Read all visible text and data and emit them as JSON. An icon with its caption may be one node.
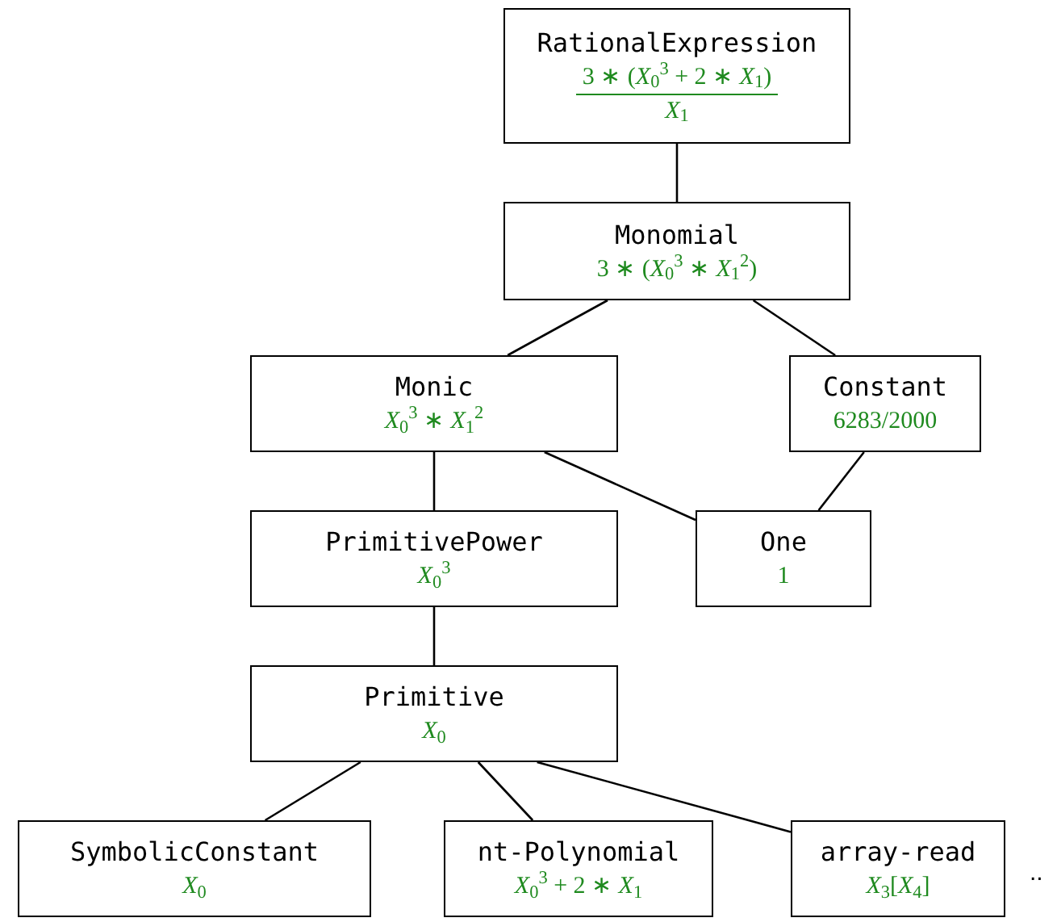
{
  "diagram": {
    "nodes": [
      {
        "text": [
          "RationalExpression",
          "3 ∗ (*X*$_{0}$$^{3}$ + 2 ∗ *X*$_{1}$)",
          "*X*$_{1}$"
        ]
      },
      {
        "text": [
          "Monomial",
          "3 ∗ (*X*$_{0}$$^{3}$ ∗ *X*$_{1}$$^{2}$)"
        ]
      },
      {
        "text": [
          "Monic",
          "*X*$_{0}$$^{3}$ ∗ *X*$_{1}$$^{2}$"
        ]
      },
      {
        "text": [
          "Constant",
          "6283/2000"
        ]
      },
      {
        "text": [
          "PrimitivePower",
          "*X*$_{0}$$^{3}$"
        ]
      },
      {
        "text": [
          "One",
          "1"
        ]
      },
      {
        "text": [
          "Primitive",
          "*X*$_{0}$"
        ]
      },
      {
        "text": [
          "SymbolicConstant",
          "*X*$_{0}$"
        ]
      },
      {
        "text": [
          "nt-Polynomial",
          "*X*$_{0}$$^{3}$ + 2 ∗ *X*$_{1}$"
        ]
      },
      {
        "text": [
          "array-read",
          "*X*$_{3}$[*X*$_{4}$]"
        ]
      }
    ],
    "edges": [
      {
        "from": 0,
        "to": 1,
        "arrow": "none"
      },
      {
        "from": 1,
        "to": 2,
        "arrow": "none"
      },
      {
        "from": 1,
        "to": 3,
        "arrow": "none"
      },
      {
        "from": 2,
        "to": 4,
        "arrow": "none"
      },
      {
        "from": 2,
        "to": 5,
        "arrow": "none"
      },
      {
        "from": 3,
        "to": 5,
        "arrow": "none"
      },
      {
        "from": 4,
        "to": 6,
        "arrow": "none"
      },
      {
        "from": 6,
        "to": 7,
        "arrow": "none"
      },
      {
        "from": 6,
        "to": 8,
        "arrow": "none"
      },
      {
        "from": 6,
        "to": 9,
        "arrow": "none"
      }
    ],
    "labels": [
      ".."
    ]
  }
}
